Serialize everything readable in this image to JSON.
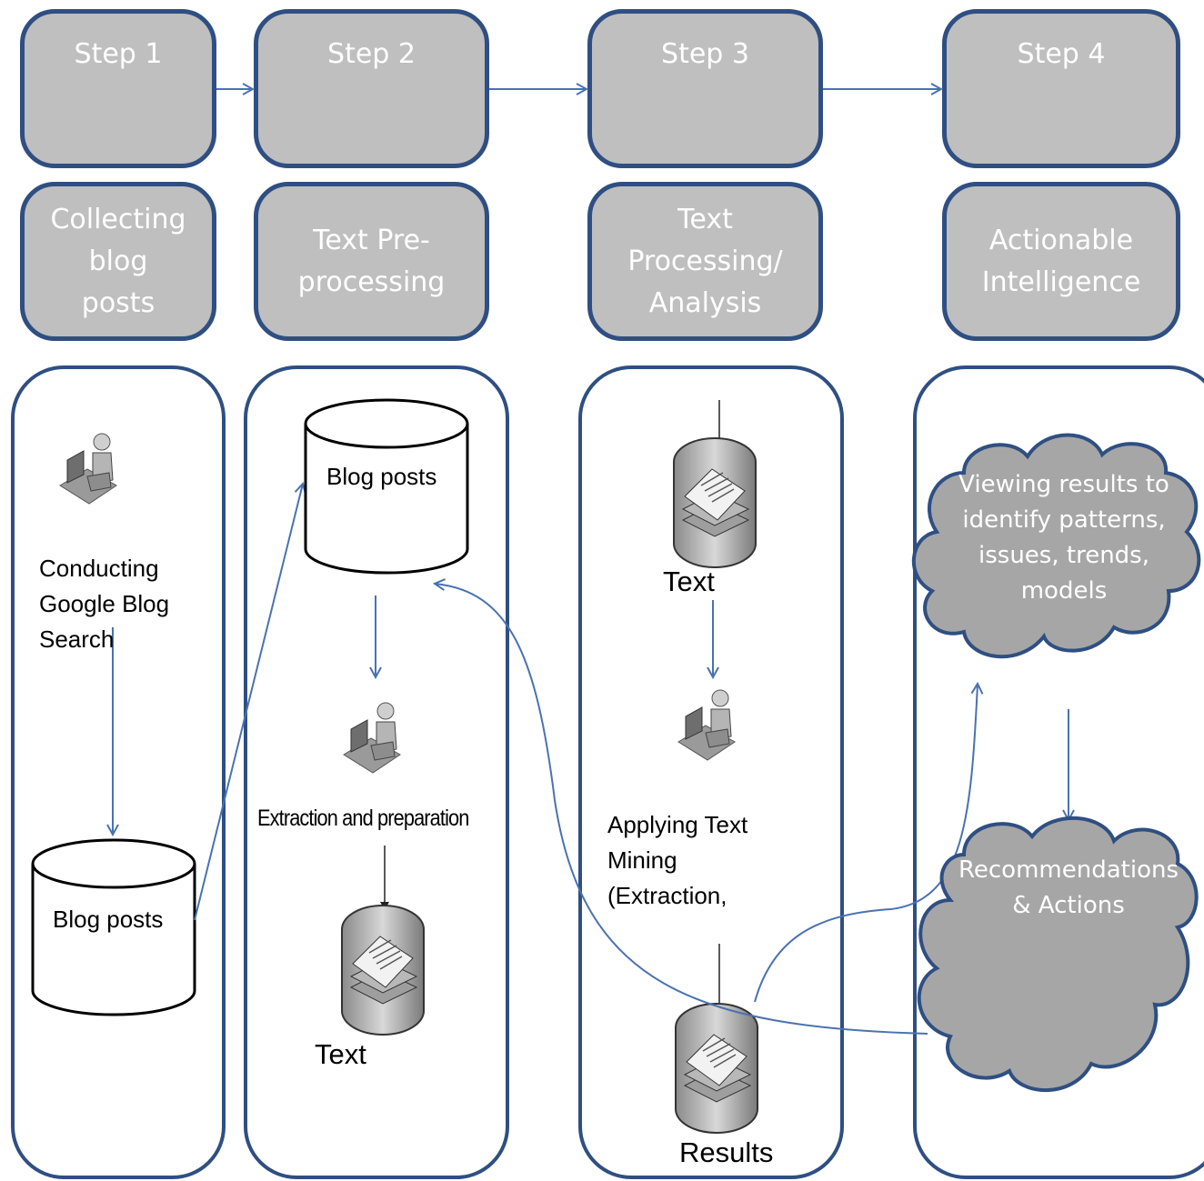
{
  "steps": [
    {
      "title": "Step 1",
      "desc": [
        "Collecting",
        "blog",
        "posts"
      ]
    },
    {
      "title": "Step 2",
      "desc": [
        "Text Pre-",
        "processing"
      ]
    },
    {
      "title": "Step 3",
      "desc": [
        "Text",
        "Processing/",
        "Analysis"
      ]
    },
    {
      "title": "Step 4",
      "desc": [
        "Actionable",
        "Intelligence"
      ]
    }
  ],
  "col1": {
    "task": [
      "Conducting",
      "Google Blog",
      "Search"
    ],
    "db": "Blog posts"
  },
  "col2": {
    "db": "Blog posts",
    "task": "Extraction and preparation",
    "doc": "Text"
  },
  "col3": {
    "doc_in": "Text",
    "task": [
      "Applying Text",
      "Mining",
      "(Extraction,"
    ],
    "doc_out": "Results"
  },
  "col4": {
    "cloud1": [
      "Viewing results to",
      "identify patterns,",
      "issues, trends,",
      "models"
    ],
    "cloud2": [
      "Recommendations",
      "& Actions"
    ]
  },
  "colors": {
    "accent": "#2f4f82",
    "arrow": "#4a72b0",
    "box_fill": "#bfbfbf",
    "cloud_fill": "#a6a6a6"
  }
}
